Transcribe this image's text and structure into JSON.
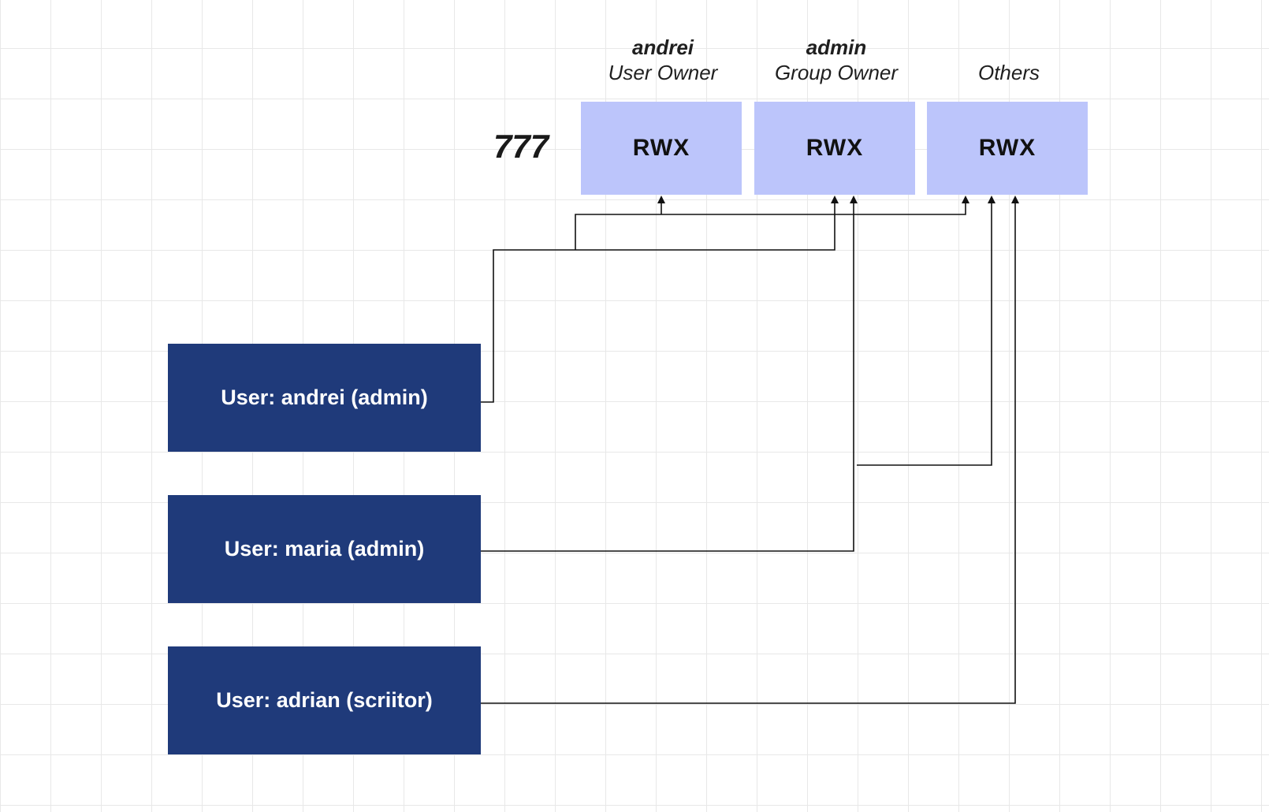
{
  "permission": {
    "octal": "777",
    "classes": [
      {
        "owner": "andrei",
        "role": "User Owner",
        "bits": "RWX"
      },
      {
        "owner": "admin",
        "role": "Group Owner",
        "bits": "RWX"
      },
      {
        "owner": "",
        "role": "Others",
        "bits": "RWX"
      }
    ]
  },
  "users": [
    {
      "label": "User: andrei (admin)"
    },
    {
      "label": "User: maria (admin)"
    },
    {
      "label": "User: adrian (scriitor)"
    }
  ],
  "colors": {
    "permission_box": "#bcc5fb",
    "user_box": "#1f3a7a",
    "connector": "#111111",
    "grid": "#e8e8e8"
  }
}
